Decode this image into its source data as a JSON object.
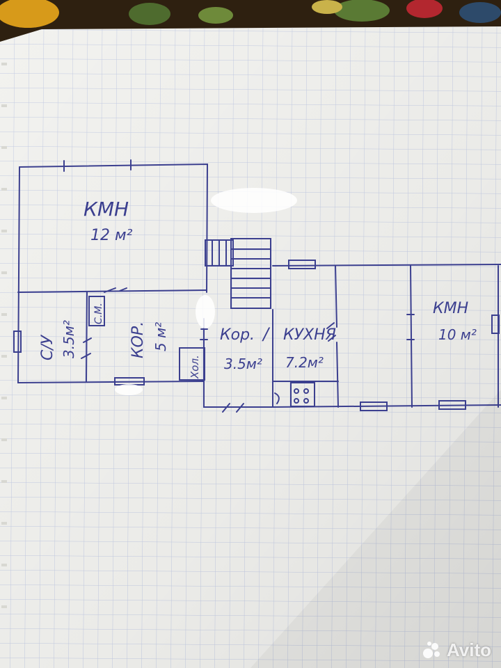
{
  "photo": {
    "subject": "hand-drawn apartment floor plan on graph paper"
  },
  "plan": {
    "room_big_left": {
      "name": "КМН",
      "area": "12 м²"
    },
    "bath": {
      "name": "С/У",
      "area": "3.5м²"
    },
    "corridor_left": {
      "name": "КОР.",
      "area": "5 м²"
    },
    "storage": {
      "name": "Хол."
    },
    "small_box": {
      "name": "С.М."
    },
    "corridor_mid": {
      "name": "Кор.",
      "area": "3.5м²"
    },
    "separator": "/",
    "kitchen": {
      "name": "КУХНЯ",
      "area": "7.2м²"
    },
    "room_right": {
      "name": "КМН",
      "area": "10 м²"
    }
  },
  "watermark": {
    "text": "Avito"
  },
  "colors": {
    "ink": "#3b3f8f",
    "paper": "#f2f2ef",
    "grid": "#c9d0e6"
  }
}
